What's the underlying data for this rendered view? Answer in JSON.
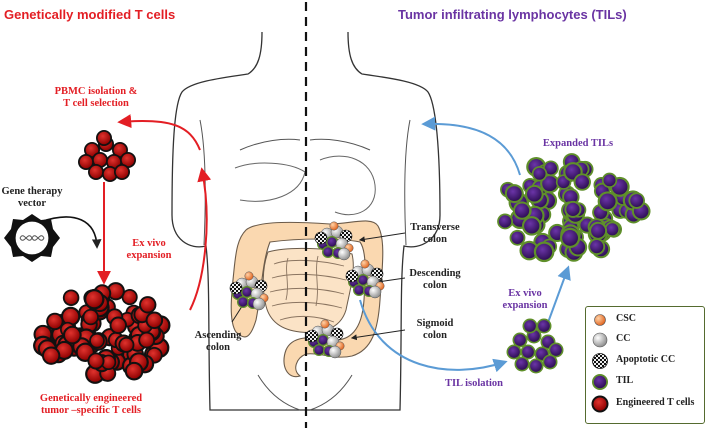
{
  "titles": {
    "left": "Genetically modified T cells",
    "right": "Tumor infiltrating lymphocytes (TILs)"
  },
  "left_labels": {
    "pbmc_line1": "PBMC isolation &",
    "pbmc_line2": "T cell selection",
    "vector_line1": "Gene therapy",
    "vector_line2": "vector",
    "exvivo_line1": "Ex vivo",
    "exvivo_line2": "expansion",
    "engineered_line1": "Genetically engineered",
    "engineered_line2": "tumor –specific T cells"
  },
  "colon_labels": {
    "transverse_line1": "Transverse",
    "transverse_line2": "colon",
    "descending_line1": "Descending",
    "descending_line2": "colon",
    "sigmoid_line1": "Sigmoid",
    "sigmoid_line2": "colon",
    "ascending_line1": "Ascending",
    "ascending_line2": "colon"
  },
  "right_labels": {
    "expanded": "Expanded TILs",
    "exvivo_line1": "Ex vivo",
    "exvivo_line2": "expansion",
    "isolation": "TIL isolation"
  },
  "legend": {
    "items": [
      "CSC",
      "CC",
      "Apoptotic CC",
      "TIL",
      "Engineered T cells"
    ]
  },
  "colors": {
    "red": "#e31e24",
    "purple": "#6a34a3",
    "blue_arrow": "#5b9bd5",
    "colon_fill": "#fad8b0",
    "til_core": "#4b1a78",
    "til_rim": "#5f8f2a",
    "tcell": "#c00000"
  }
}
